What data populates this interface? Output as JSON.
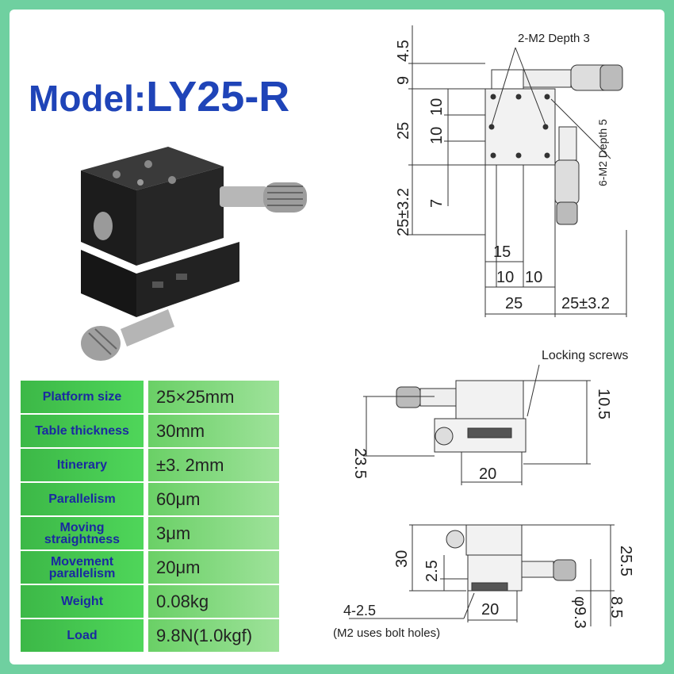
{
  "model": {
    "label": "Model:",
    "value": "LY25-R"
  },
  "specs": [
    {
      "label": "Platform size",
      "value": "25×25mm"
    },
    {
      "label": "Table thickness",
      "value": "30mm"
    },
    {
      "label": "Itinerary",
      "value": "±3. 2mm"
    },
    {
      "label": "Parallelism",
      "value": "60μm"
    },
    {
      "label": "Moving straightness",
      "value": "3μm"
    },
    {
      "label": "Movement parallelism",
      "value": "20μm"
    },
    {
      "label": "Weight",
      "value": "0.08kg"
    },
    {
      "label": "Load",
      "value": "9.8N(1.0kgf)"
    }
  ],
  "top_drawing": {
    "note_top": "2-M2 Depth 3",
    "note_side": "6-M2 Depth 5",
    "dims_left": [
      "4.5",
      "9",
      "25",
      "10",
      "10",
      "25±3.2",
      "7"
    ],
    "dims_bottom": [
      "15",
      "10",
      "10",
      "25",
      "25±3.2"
    ]
  },
  "front_drawing": {
    "note": "Locking screws",
    "dims": [
      "23.5",
      "10.5",
      "20"
    ]
  },
  "side_drawing": {
    "dims": [
      "30",
      "2.5",
      "25.5",
      "20",
      "φ9.3",
      "8.5"
    ],
    "note_holes": "4-2.5",
    "note_bolt": "(M2 uses bolt holes)"
  },
  "colors": {
    "frame": "#6fd0a0",
    "title": "#1f44b8",
    "cell": "#4fd65a",
    "cell_text": "#1a2aa0"
  }
}
